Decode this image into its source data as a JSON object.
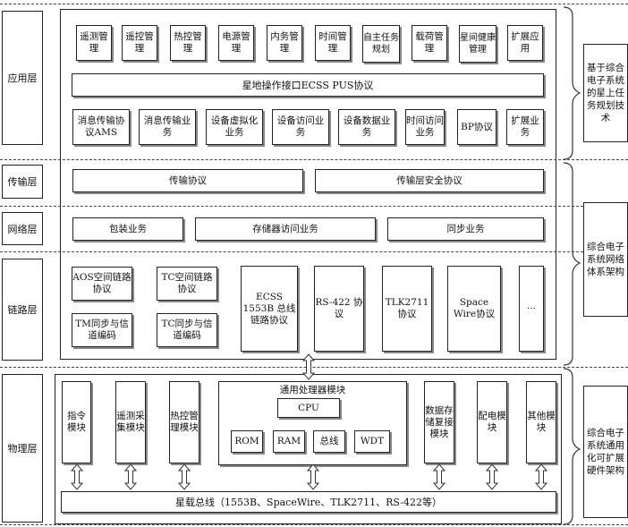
{
  "layers": {
    "application": "应用层",
    "transport": "传输层",
    "network": "网络层",
    "link": "链路层",
    "physical": "物理层"
  },
  "side_labels": {
    "application": "基于综合电子系统的星上任务规划技术",
    "network": "综合电子系统网络体系架构",
    "physical": "综合电子系统通用化可扩展硬件架构"
  },
  "app_row1": [
    "遥测管理",
    "遥控管理",
    "热控管理",
    "电源管理",
    "内务管理",
    "时间管理",
    "自主任务规划",
    "载荷管理",
    "星间健康管理",
    "扩展应用"
  ],
  "app_bar": "星地操作接口ECSS PUS协议",
  "app_row2": [
    "消息传输协议AMS",
    "消息传输业务",
    "设备虚拟化业务",
    "设备访问业务",
    "设备数据业务",
    "时间访问业务",
    "BP协议",
    "扩展业务"
  ],
  "transport_items": [
    "传输协议",
    "传输层安全协议"
  ],
  "network_items": [
    "包装业务",
    "存储器访问业务",
    "同步业务"
  ],
  "link_items": {
    "aos": "AOS空间链路协议",
    "tc_space": "TC空间链路协议",
    "tm_sync": "TM同步与信道编码",
    "tc_sync": "TC同步与信道编码",
    "ecss": "ECSS 1553B 总线链路协议",
    "rs422": "RS-422 协议",
    "tlk": "TLK2711 协议",
    "spacewire": "Space Wire协议",
    "more": "···"
  },
  "physical_items": {
    "cmd": "指令模块",
    "telemetry": "遥测采集模块",
    "thermal": "热控管理模块",
    "processor": "通用处理器模块",
    "cpu": "CPU",
    "rom": "ROM",
    "ram": "RAM",
    "bus_small": "总线",
    "wdt": "WDT",
    "storage": "数据存储复接模块",
    "power": "配电模块",
    "other": "其他模块"
  },
  "bus_label": "星载总线（1553B、SpaceWire、TLK2711、RS-422等）"
}
